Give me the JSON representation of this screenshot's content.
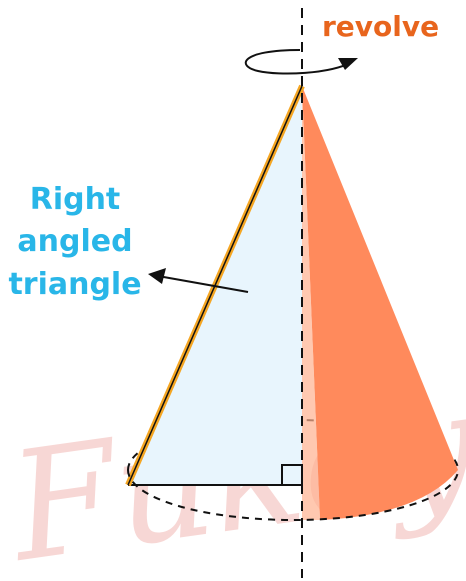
{
  "labels": {
    "revolve": "revolve",
    "triangle_line1": "Right",
    "triangle_line2": "angled",
    "triangle_line3": "triangle",
    "watermark": "Fukey"
  },
  "colors": {
    "revolve_text": "#e8651d",
    "triangle_text": "#29b6e8",
    "triangle_fill": "#e8f5fd",
    "cone_fill": "#ff8a5c",
    "hypotenuse": "#f5a623",
    "outline": "#111111",
    "watermark": "#f2b8b4"
  },
  "icons": {
    "rotation": "circular-rotation-arrow-icon",
    "pointer": "pointer-arrow-icon",
    "right_angle": "right-angle-marker-icon"
  }
}
